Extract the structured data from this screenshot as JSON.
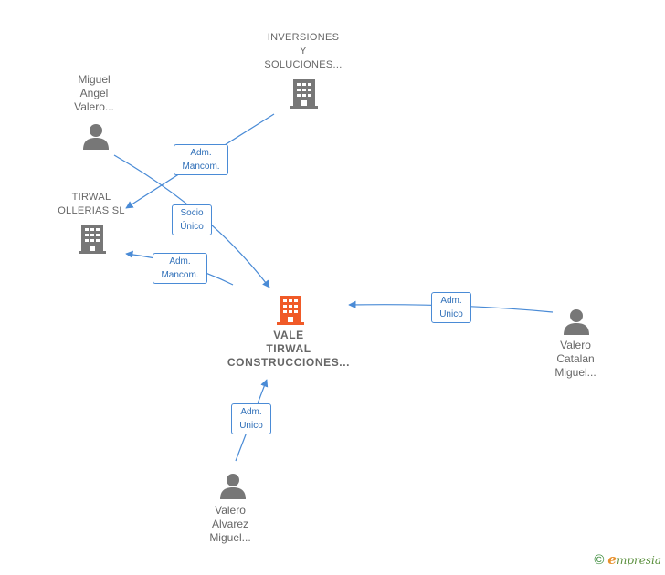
{
  "nodes": {
    "inversiones": {
      "label": "INVERSIONES\nY\nSOLUCIONES...",
      "type": "company"
    },
    "miguel_angel": {
      "label": "Miguel\nAngel\nValero...",
      "type": "person"
    },
    "tirwal_ollerias": {
      "label": "TIRWAL\nOLLERIAS  SL",
      "type": "company"
    },
    "vale_tirwal": {
      "label": "VALE\nTIRWAL\nCONSTRUCCIONES...",
      "type": "company-main"
    },
    "valero_catalan": {
      "label": "Valero\nCatalan\nMiguel...",
      "type": "person"
    },
    "valero_alvarez": {
      "label": "Valero\nAlvarez\nMiguel...",
      "type": "person"
    }
  },
  "edges": [
    {
      "from": "inversiones",
      "to": "tirwal_ollerias",
      "label": "Adm.\nMancom."
    },
    {
      "from": "miguel_angel",
      "to": "vale_tirwal",
      "label": "Socio\nÚnico"
    },
    {
      "from": "vale_tirwal",
      "to": "tirwal_ollerias",
      "label": "Adm.\nMancom."
    },
    {
      "from": "valero_catalan",
      "to": "vale_tirwal",
      "label": "Adm.\nUnico"
    },
    {
      "from": "valero_alvarez",
      "to": "vale_tirwal",
      "label": "Adm.\nUnico"
    }
  ],
  "colors": {
    "edge": "#4a8bd6",
    "node_icon": "#777777",
    "main_icon": "#f05a28",
    "label_text": "#666666"
  },
  "footer": {
    "copyright_symbol": "©",
    "brand_initial": "e",
    "brand_rest": "mpresia"
  },
  "icons": {
    "company": "building-icon",
    "person": "person-icon"
  }
}
